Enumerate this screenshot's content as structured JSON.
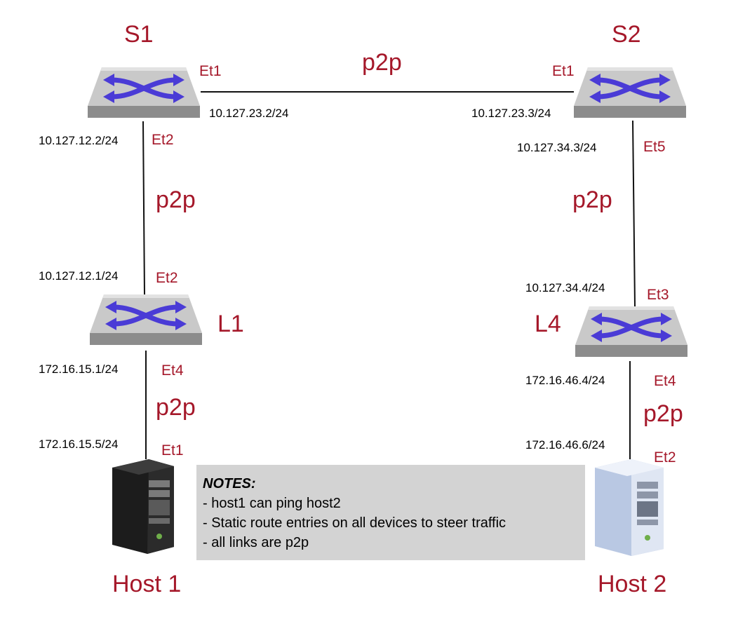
{
  "colors": {
    "label": "#a5182a",
    "link": "#111111",
    "switch_top": "#c7c7c7",
    "switch_side": "#8a8a8a",
    "arrow": "#4a3bd6",
    "notes_bg": "#d3d3d3",
    "host1_body": "#1c1c1c",
    "host2_body": "#b9c8e3"
  },
  "devices": {
    "s1": {
      "name": "S1"
    },
    "s2": {
      "name": "S2"
    },
    "l1": {
      "name": "L1"
    },
    "l4": {
      "name": "L4"
    },
    "host1": {
      "name": "Host 1"
    },
    "host2": {
      "name": "Host 2"
    }
  },
  "links": {
    "s1_s2": {
      "label": "p2p",
      "a_port": "Et1",
      "a_ip": "10.127.23.2/24",
      "b_port": "Et1",
      "b_ip": "10.127.23.3/24"
    },
    "s1_l1": {
      "label": "p2p",
      "a_port": "Et2",
      "a_ip": "10.127.12.2/24",
      "b_port": "Et2",
      "b_ip": "10.127.12.1/24"
    },
    "s2_l4": {
      "label": "p2p",
      "a_port": "Et5",
      "a_ip": "10.127.34.3/24",
      "b_port": "Et3",
      "b_ip": "10.127.34.4/24"
    },
    "l1_host1": {
      "label": "p2p",
      "a_port": "Et4",
      "a_ip": "172.16.15.1/24",
      "b_port": "Et1",
      "b_ip": "172.16.15.5/24"
    },
    "l4_host2": {
      "label": "p2p",
      "a_port": "Et4",
      "a_ip": "172.16.46.4/24",
      "b_port": "Et2",
      "b_ip": "172.16.46.6/24"
    }
  },
  "notes": {
    "title": "NOTES:",
    "lines": [
      "- host1 can ping host2",
      "- Static route entries on all devices to steer traffic",
      "- all links are p2p"
    ]
  }
}
